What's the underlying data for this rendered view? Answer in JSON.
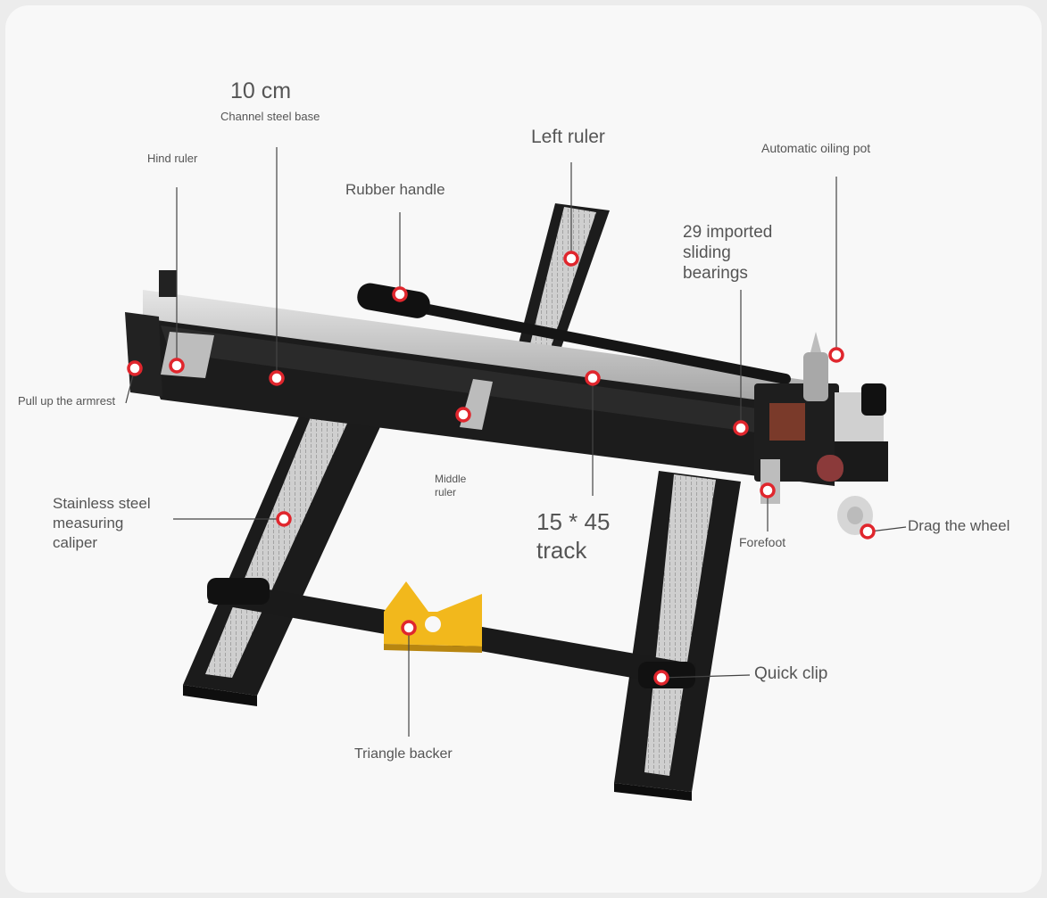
{
  "labels": {
    "width_value": "10 cm",
    "channel_steel_base": "Channel steel base",
    "hind_ruler": "Hind ruler",
    "rubber_handle": "Rubber handle",
    "left_ruler": "Left ruler",
    "automatic_oiling_pot": "Automatic oiling pot",
    "sliding_bearings_line1": "29 imported",
    "sliding_bearings_line2": "sliding",
    "sliding_bearings_line3": "bearings",
    "pull_up_armrest": "Pull up the armrest",
    "middle_ruler_line1": "Middle",
    "middle_ruler_line2": "ruler",
    "stainless_line1": "Stainless steel",
    "stainless_line2": "measuring",
    "stainless_line3": "caliper",
    "track_line1": "15 * 45",
    "track_line2": "track",
    "forefoot": "Forefoot",
    "drag_wheel": "Drag the wheel",
    "quick_clip": "Quick clip",
    "triangle_backer": "Triangle backer"
  },
  "colors": {
    "marker": "#e0262d",
    "frame_black": "#1a1a1a",
    "rail_steel": "#c9c9c9",
    "backer_yellow": "#f2b81c",
    "label_text": "#555555",
    "leader_line": "#444444"
  }
}
